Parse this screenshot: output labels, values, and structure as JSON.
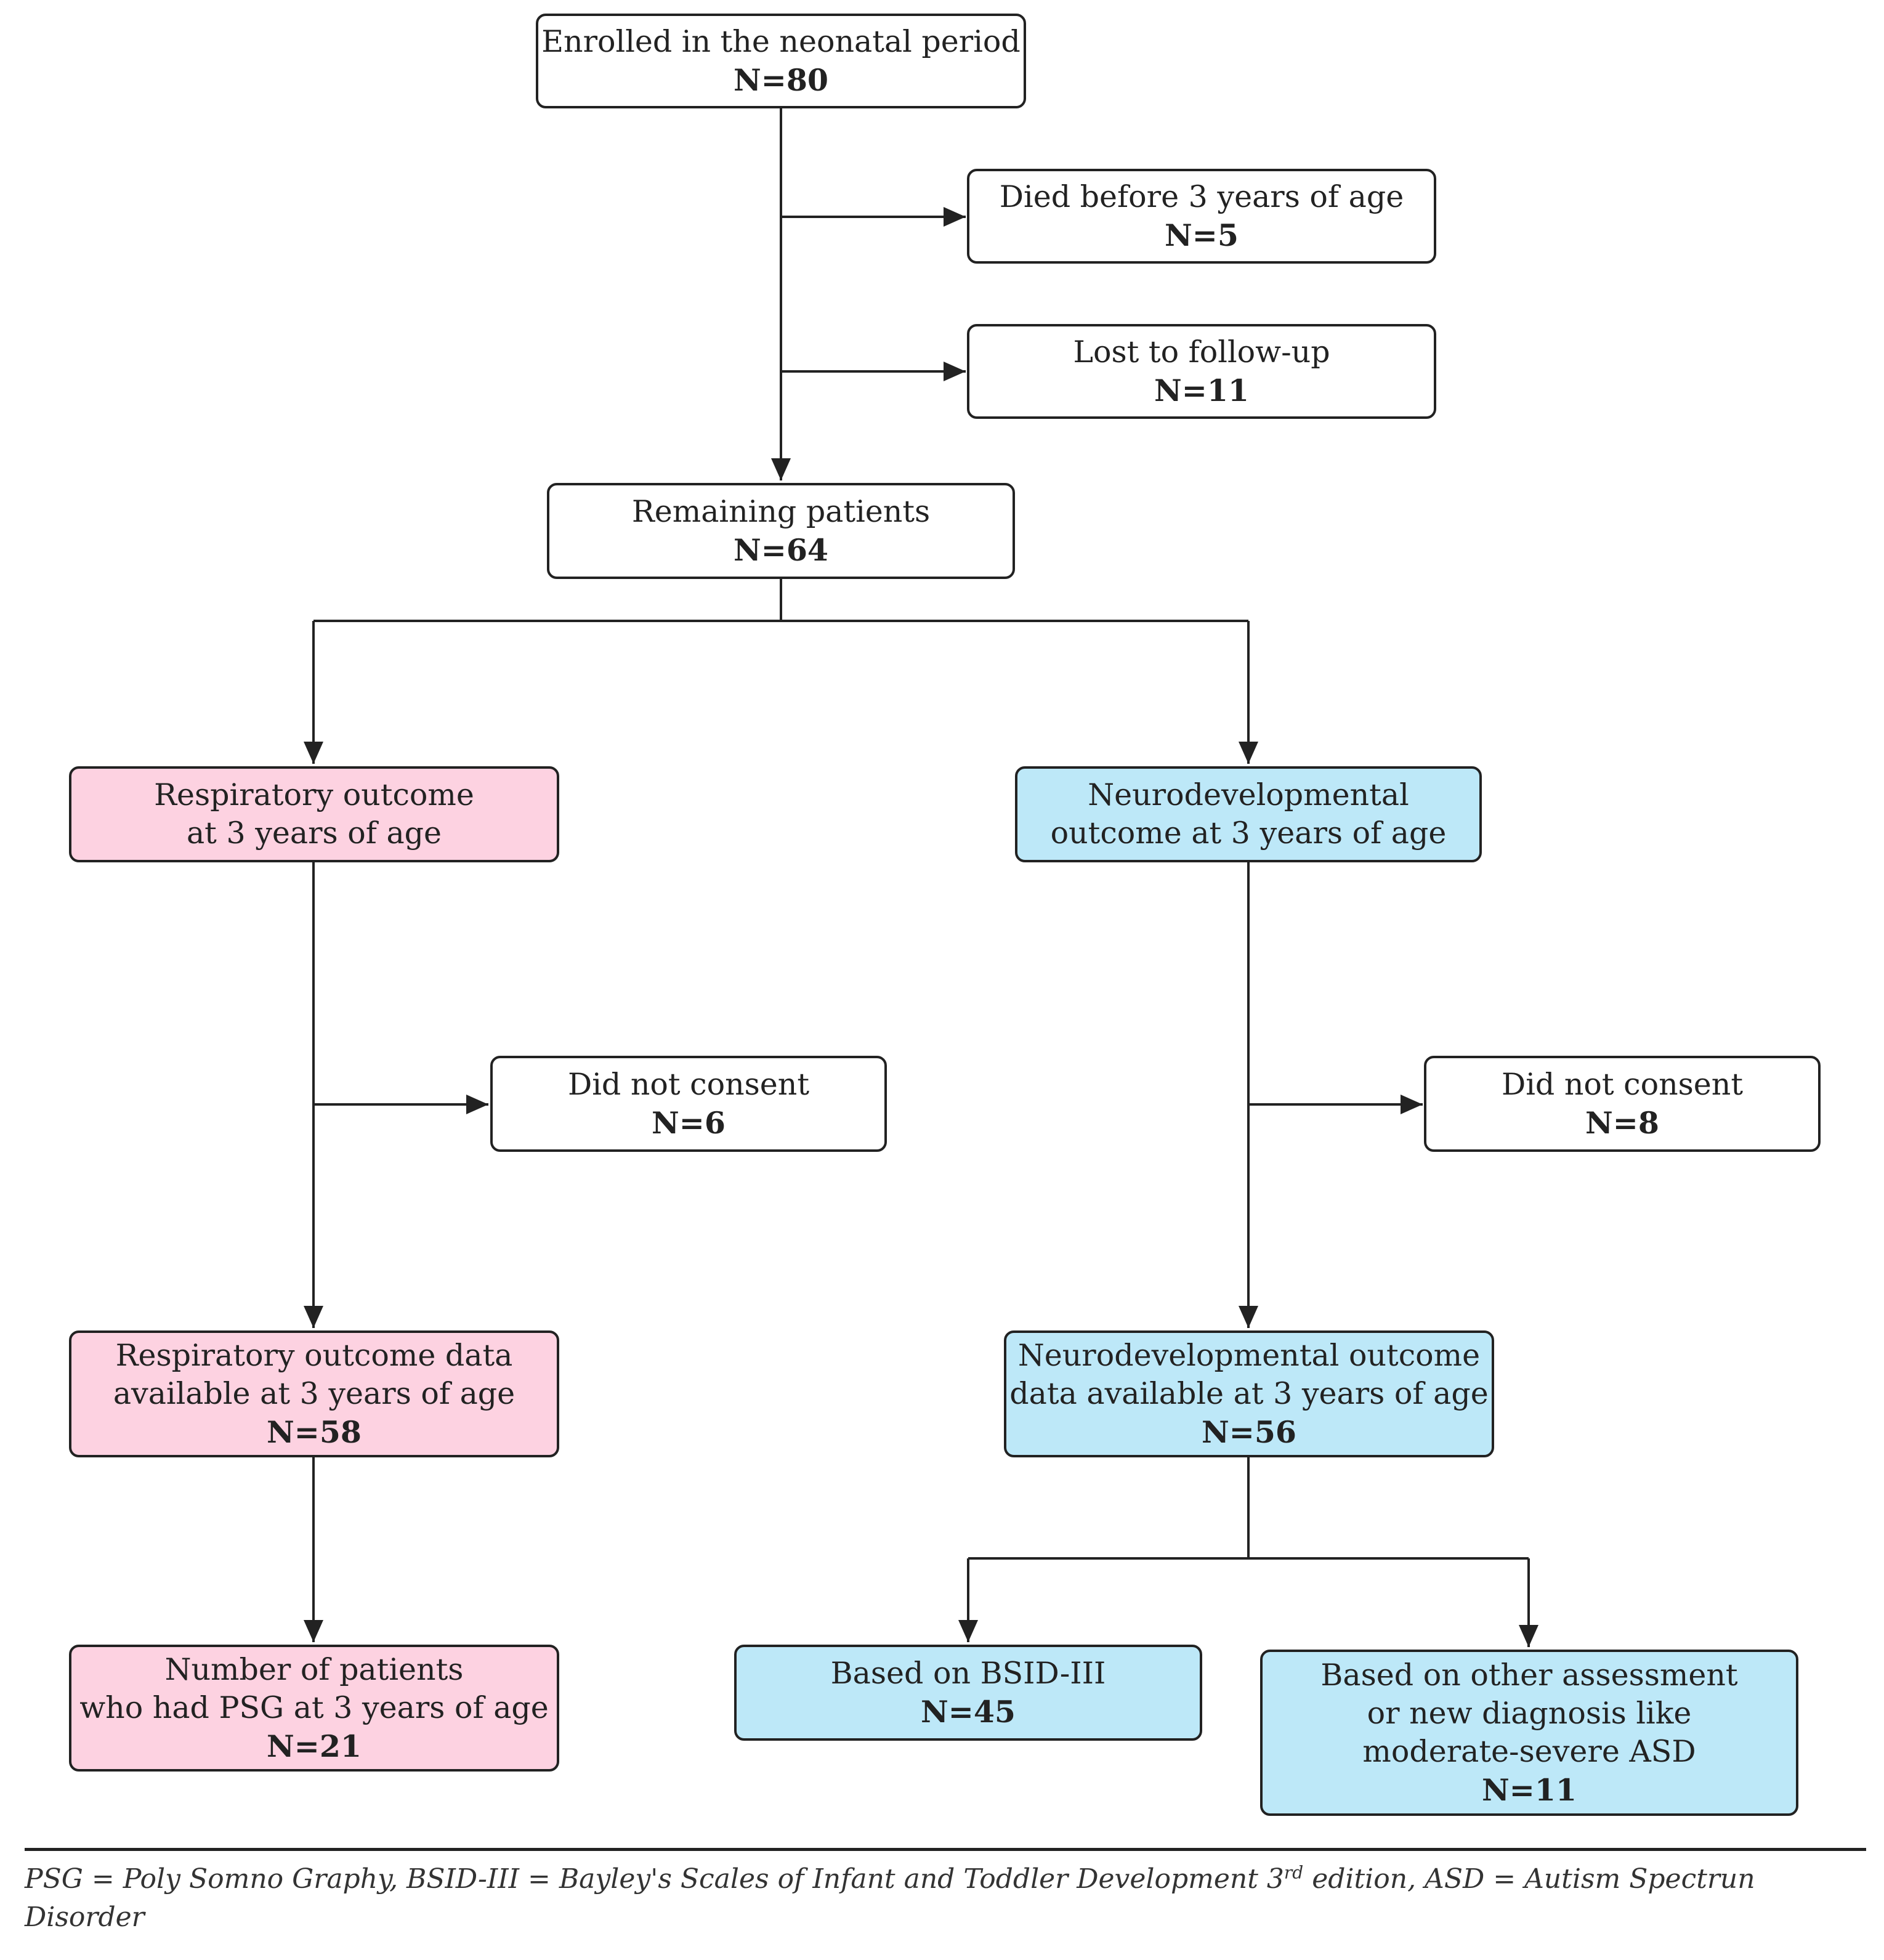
{
  "nodes": {
    "enrolled": {
      "title": "Enrolled in the neonatal period",
      "count": "N=80"
    },
    "died": {
      "title": "Died before 3 years of age",
      "count": "N=5"
    },
    "lost": {
      "title": "Lost to follow-up",
      "count": "N=11"
    },
    "remaining": {
      "title": "Remaining patients",
      "count": "N=64"
    },
    "resp_outcome": {
      "line1": "Respiratory outcome",
      "line2": "at 3 years of age"
    },
    "neuro_outcome": {
      "line1": "Neurodevelopmental",
      "line2": "outcome at 3 years of age"
    },
    "resp_noconsent": {
      "title": "Did not consent",
      "count": "N=6"
    },
    "neuro_noconsent": {
      "title": "Did not consent",
      "count": "N=8"
    },
    "resp_available": {
      "line1": "Respiratory outcome data",
      "line2": "available at 3 years of age",
      "count": "N=58"
    },
    "neuro_available": {
      "line1": "Neurodevelopmental outcome",
      "line2": "data available at 3 years of age",
      "count": "N=56"
    },
    "resp_psg": {
      "line1": "Number of patients",
      "line2": "who had PSG at 3 years of age",
      "count": "N=21"
    },
    "bsid": {
      "title": "Based on BSID-III",
      "count": "N=45"
    },
    "other": {
      "line1": "Based on other assessment",
      "line2": "or new diagnosis like",
      "line3": "moderate-severe ASD",
      "count": "N=11"
    }
  },
  "footnote": {
    "part1": "PSG = Poly Somno Graphy, BSID-III = Bayley's Scales of Infant and Toddler Development 3",
    "sup": "rd",
    "part2": " edition, ASD = Autism Spectrun",
    "line2": "Disorder"
  },
  "colors": {
    "respiratory": "#fdd2e1",
    "neurodevelopmental": "#bde8f8",
    "line": "#222222"
  }
}
